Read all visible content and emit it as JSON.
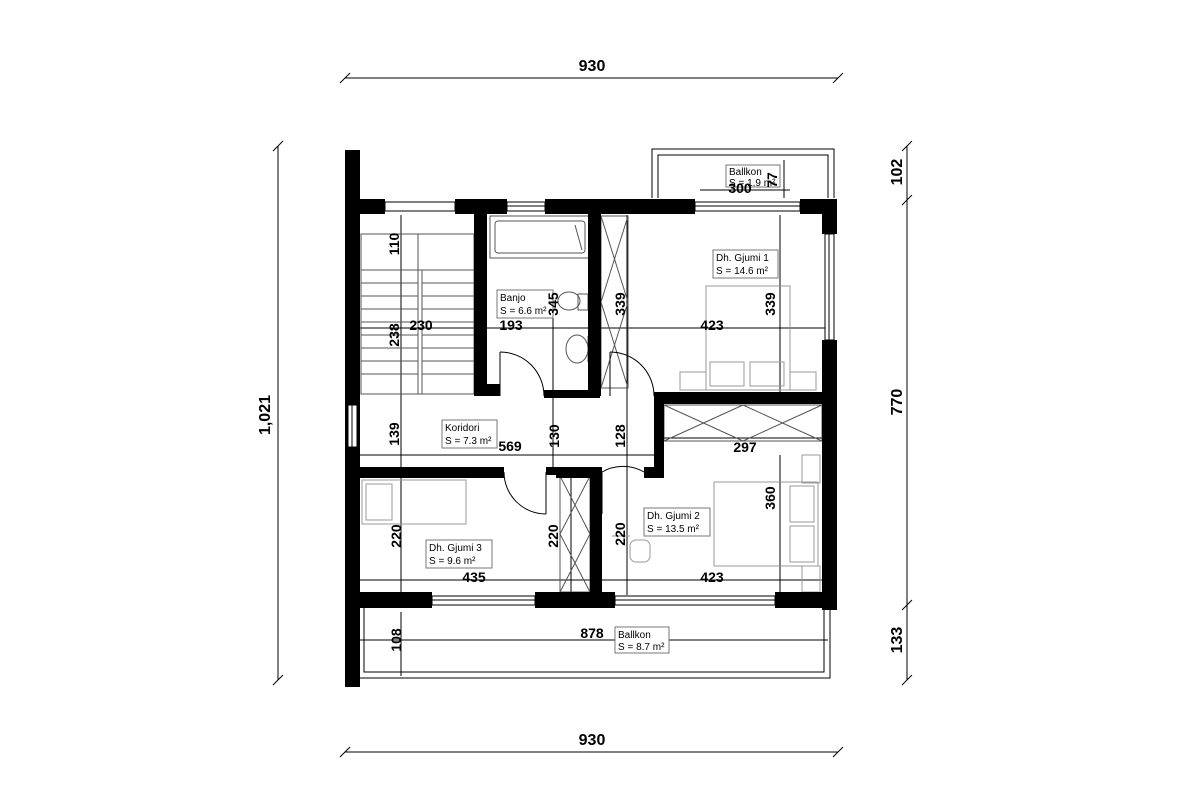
{
  "dimensions": {
    "top_width": "930",
    "bottom_width": "930",
    "left_height": "1,021",
    "right_top": "102",
    "right_middle": "770",
    "right_bottom": "133",
    "balcony_top_width": "300",
    "balcony_top_depth": "77",
    "stairs_upper": "110",
    "stairs_lower": "238",
    "stairs_width": "230",
    "bath_height": "345",
    "bath_width": "193",
    "closet1_height": "339",
    "bed1_height": "339",
    "bed1_width": "423",
    "corridor_left": "139",
    "corridor_width": "569",
    "corridor_mid": "130",
    "corridor_right": "128",
    "bed2_wardrobe_width": "297",
    "bed2_height": "360",
    "bed2_width": "423",
    "bed2_left": "220",
    "bed3_height": "220",
    "bed3_closet": "220",
    "bed3_width": "435",
    "balcony_bottom_depth": "108",
    "balcony_bottom_width": "878"
  },
  "rooms": {
    "balcony_top": {
      "name": "Ballkon",
      "area": "S = 1.9 m²"
    },
    "bathroom": {
      "name": "Banjo",
      "area": "S = 6.6 m²"
    },
    "bedroom1": {
      "name": "Dh. Gjumi 1",
      "area": "S = 14.6 m²"
    },
    "corridor": {
      "name": "Koridori",
      "area": "S = 7.3 m²"
    },
    "bedroom2": {
      "name": "Dh. Gjumi 2",
      "area": "S = 13.5 m²"
    },
    "bedroom3": {
      "name": "Dh. Gjumi 3",
      "area": "S = 9.6 m²"
    },
    "balcony_bottom": {
      "name": "Ballkon",
      "area": "S = 8.7 m²"
    }
  }
}
